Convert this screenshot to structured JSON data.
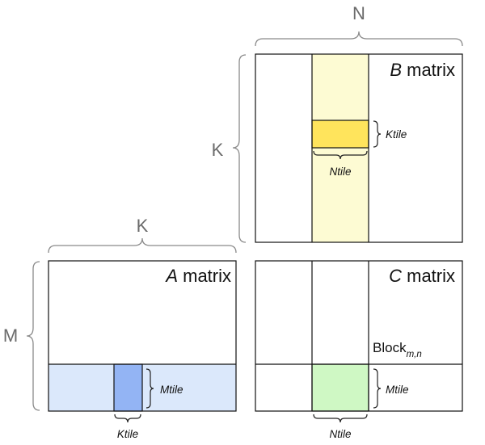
{
  "dimension_labels": {
    "top_n": "N",
    "b_k": "K",
    "a_k": "K",
    "a_m": "M"
  },
  "matrices": {
    "b": {
      "italic_name": "B",
      "suffix": " matrix"
    },
    "a": {
      "italic_name": "A",
      "suffix": " matrix"
    },
    "c": {
      "italic_name": "C",
      "suffix": " matrix"
    }
  },
  "tile_labels": {
    "b_ktile": "Ktile",
    "b_ntile": "Ntile",
    "a_mtile": "Mtile",
    "a_ktile": "Ktile",
    "c_mtile": "Mtile",
    "c_ntile": "Ntile"
  },
  "block_label": {
    "base": "Block",
    "subscript": "m,n"
  },
  "colors": {
    "b_column": "#fdfbd3",
    "b_tile": "#ffe45c",
    "a_row": "#dbe8fb",
    "a_tile": "#93b4f4",
    "c_tile": "#cff8c4"
  }
}
